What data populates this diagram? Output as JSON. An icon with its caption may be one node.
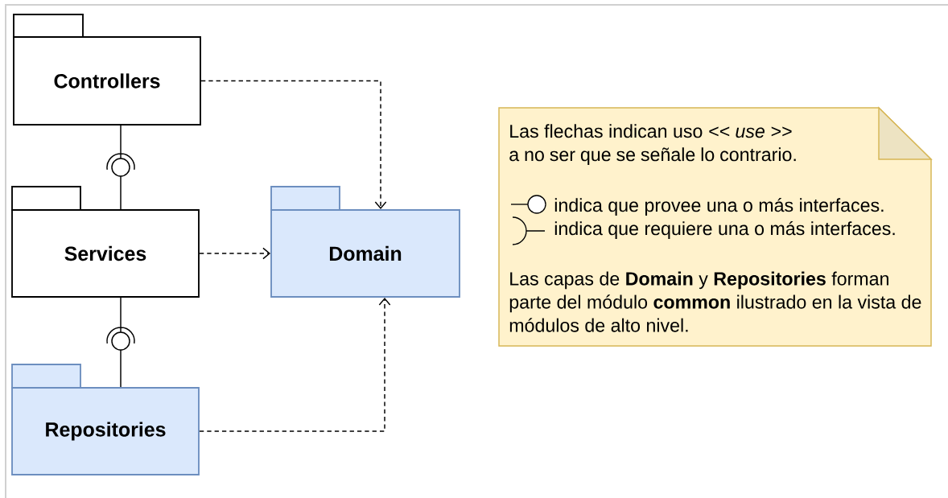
{
  "diagram": {
    "nodes": [
      {
        "text": [
          "Controllers"
        ]
      },
      {
        "text": [
          "Services"
        ]
      },
      {
        "text": [
          "Domain"
        ]
      },
      {
        "text": [
          "Repositories"
        ]
      },
      {
        "text": [
          "Las flechas indican uso *<< use >>* a no ser que se señale lo contrario.",
          "indica que provee una o más interfaces.",
          "indica que requiere una o más interfaces.",
          "Las capas de **Domain** y **Repositories** forman parte del módulo **common** ilustrado en la vista de módulos de alto nivel."
        ]
      }
    ],
    "edges": [
      {
        "from": 0,
        "to": 2,
        "arrow": "to",
        "style": "dashed"
      },
      {
        "from": 1,
        "to": 2,
        "arrow": "to",
        "style": "dashed"
      },
      {
        "from": 3,
        "to": 2,
        "arrow": "to",
        "style": "dashed"
      },
      {
        "from": 0,
        "to": 1,
        "arrow": "none"
      },
      {
        "from": 1,
        "to": 3,
        "arrow": "none"
      }
    ]
  }
}
